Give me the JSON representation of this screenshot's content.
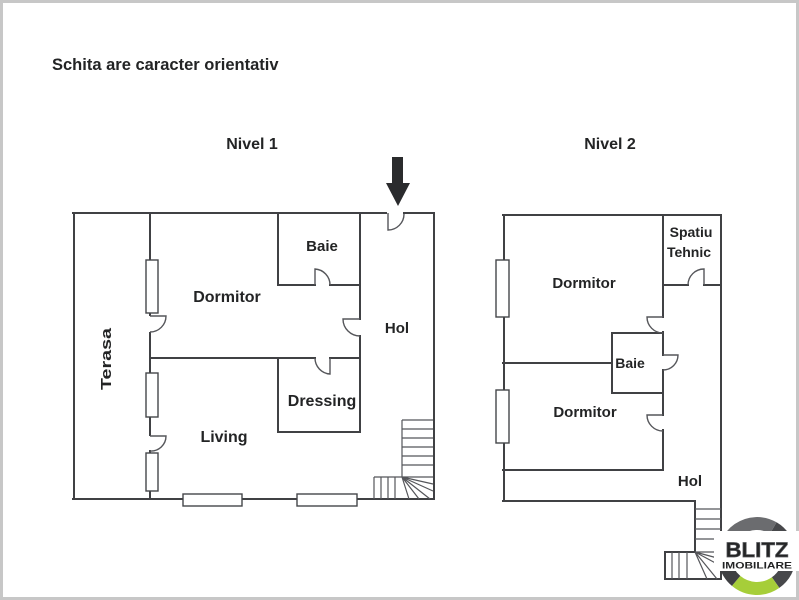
{
  "note": "Schita are caracter orientativ",
  "levels": [
    {
      "title": "Nivel 1",
      "rooms": {
        "terasa": "Terasa",
        "dormitor": "Dormitor",
        "baie": "Baie",
        "hol": "Hol",
        "dressing": "Dressing",
        "living": "Living"
      }
    },
    {
      "title": "Nivel 2",
      "rooms": {
        "dormitor_top": "Dormitor",
        "spatiu_line1": "Spatiu",
        "spatiu_line2": "Tehnic",
        "baie": "Baie",
        "dormitor_bottom": "Dormitor",
        "hol": "Hol"
      }
    }
  ],
  "icons": {
    "entrance_arrow": "arrow-down"
  },
  "logo": {
    "brand": "BLITZ",
    "tagline": "IMOBILIARE"
  },
  "colors": {
    "text": "#232425",
    "muted_text": "#6d6e70",
    "wall": "#404144",
    "page_border": "#c7c7c7",
    "arrow": "#2a2b2d",
    "logo_green": "#a6ce39",
    "logo_dark_gray": "#47484b",
    "logo_darker_gray": "#3e3f42",
    "logo_light_gray": "#6b6c6f",
    "logo_text_gray": "#7d7e82",
    "logo_text_outline": "#55565a"
  }
}
